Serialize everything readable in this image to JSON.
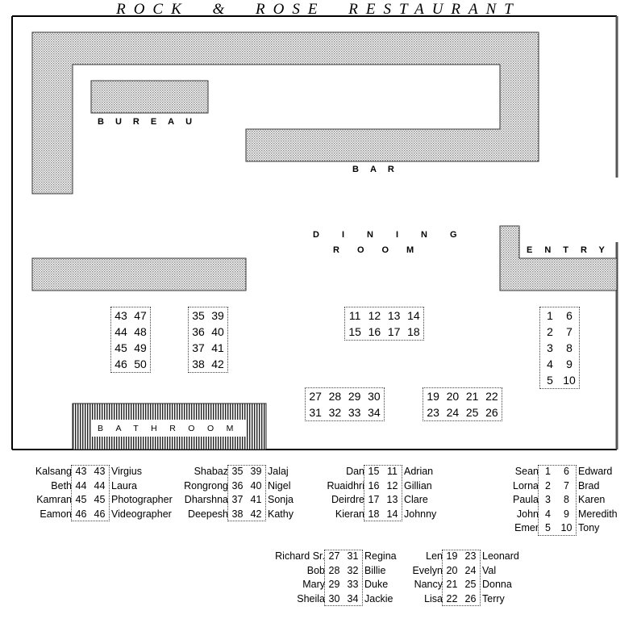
{
  "title": "ROCK & ROSE RESTAURANT",
  "labels": {
    "bureau": "BUREAU",
    "bar": "BAR",
    "dining": "DINING",
    "room": "ROOM",
    "entry": "ENTRY",
    "bathroom": "BATHROOM"
  },
  "tables": [
    {
      "name": "table-43-50",
      "cols": 2,
      "numbers": [
        "43",
        "47",
        "44",
        "48",
        "45",
        "49",
        "46",
        "50"
      ]
    },
    {
      "name": "table-35-42",
      "cols": 2,
      "numbers": [
        "35",
        "39",
        "36",
        "40",
        "37",
        "41",
        "38",
        "42"
      ]
    },
    {
      "name": "table-11-18",
      "cols": 4,
      "numbers": [
        "11",
        "12",
        "13",
        "14",
        "15",
        "16",
        "17",
        "18"
      ]
    },
    {
      "name": "table-1-10",
      "cols": 2,
      "numbers": [
        "1",
        "6",
        "2",
        "7",
        "3",
        "8",
        "4",
        "9",
        "5",
        "10"
      ]
    },
    {
      "name": "table-27-34",
      "cols": 4,
      "numbers": [
        "27",
        "28",
        "29",
        "30",
        "31",
        "32",
        "33",
        "34"
      ]
    },
    {
      "name": "table-19-26",
      "cols": 4,
      "numbers": [
        "19",
        "20",
        "21",
        "22",
        "23",
        "24",
        "25",
        "26"
      ]
    }
  ],
  "guest_lists": [
    {
      "rows": [
        [
          "Kalsang",
          "43",
          "43",
          "Virgius"
        ],
        [
          "Beth",
          "44",
          "44",
          "Laura"
        ],
        [
          "Kamran",
          "45",
          "45",
          "Photographer"
        ],
        [
          "Eamon",
          "46",
          "46",
          "Videographer"
        ]
      ]
    },
    {
      "rows": [
        [
          "Shabaz",
          "35",
          "39",
          "Jalaj"
        ],
        [
          "Rongrong",
          "36",
          "40",
          "Nigel"
        ],
        [
          "Dharshna",
          "37",
          "41",
          "Sonja"
        ],
        [
          "Deepesh",
          "38",
          "42",
          "Kathy"
        ]
      ]
    },
    {
      "rows": [
        [
          "Dan",
          "15",
          "11",
          "Adrian"
        ],
        [
          "Ruaidhri",
          "16",
          "12",
          "Gillian"
        ],
        [
          "Deirdre",
          "17",
          "13",
          "Clare"
        ],
        [
          "Kieran",
          "18",
          "14",
          "Johnny"
        ]
      ]
    },
    {
      "rows": [
        [
          "Sean",
          "1",
          "6",
          "Edward"
        ],
        [
          "Lorna",
          "2",
          "7",
          "Brad"
        ],
        [
          "Paula",
          "3",
          "8",
          "Karen"
        ],
        [
          "John",
          "4",
          "9",
          "Meredith"
        ],
        [
          "Emer",
          "5",
          "10",
          "Tony"
        ]
      ]
    },
    {
      "rows": [
        [
          "Richard Sr.",
          "27",
          "31",
          "Regina"
        ],
        [
          "Bob",
          "28",
          "32",
          "Billie"
        ],
        [
          "Mary",
          "29",
          "33",
          "Duke"
        ],
        [
          "Sheila",
          "30",
          "34",
          "Jackie"
        ]
      ]
    },
    {
      "rows": [
        [
          "Len",
          "19",
          "23",
          "Leonard"
        ],
        [
          "Evelyn",
          "20",
          "24",
          "Val"
        ],
        [
          "Nancy",
          "21",
          "25",
          "Donna"
        ],
        [
          "Lisa",
          "22",
          "26",
          "Terry"
        ]
      ]
    }
  ]
}
